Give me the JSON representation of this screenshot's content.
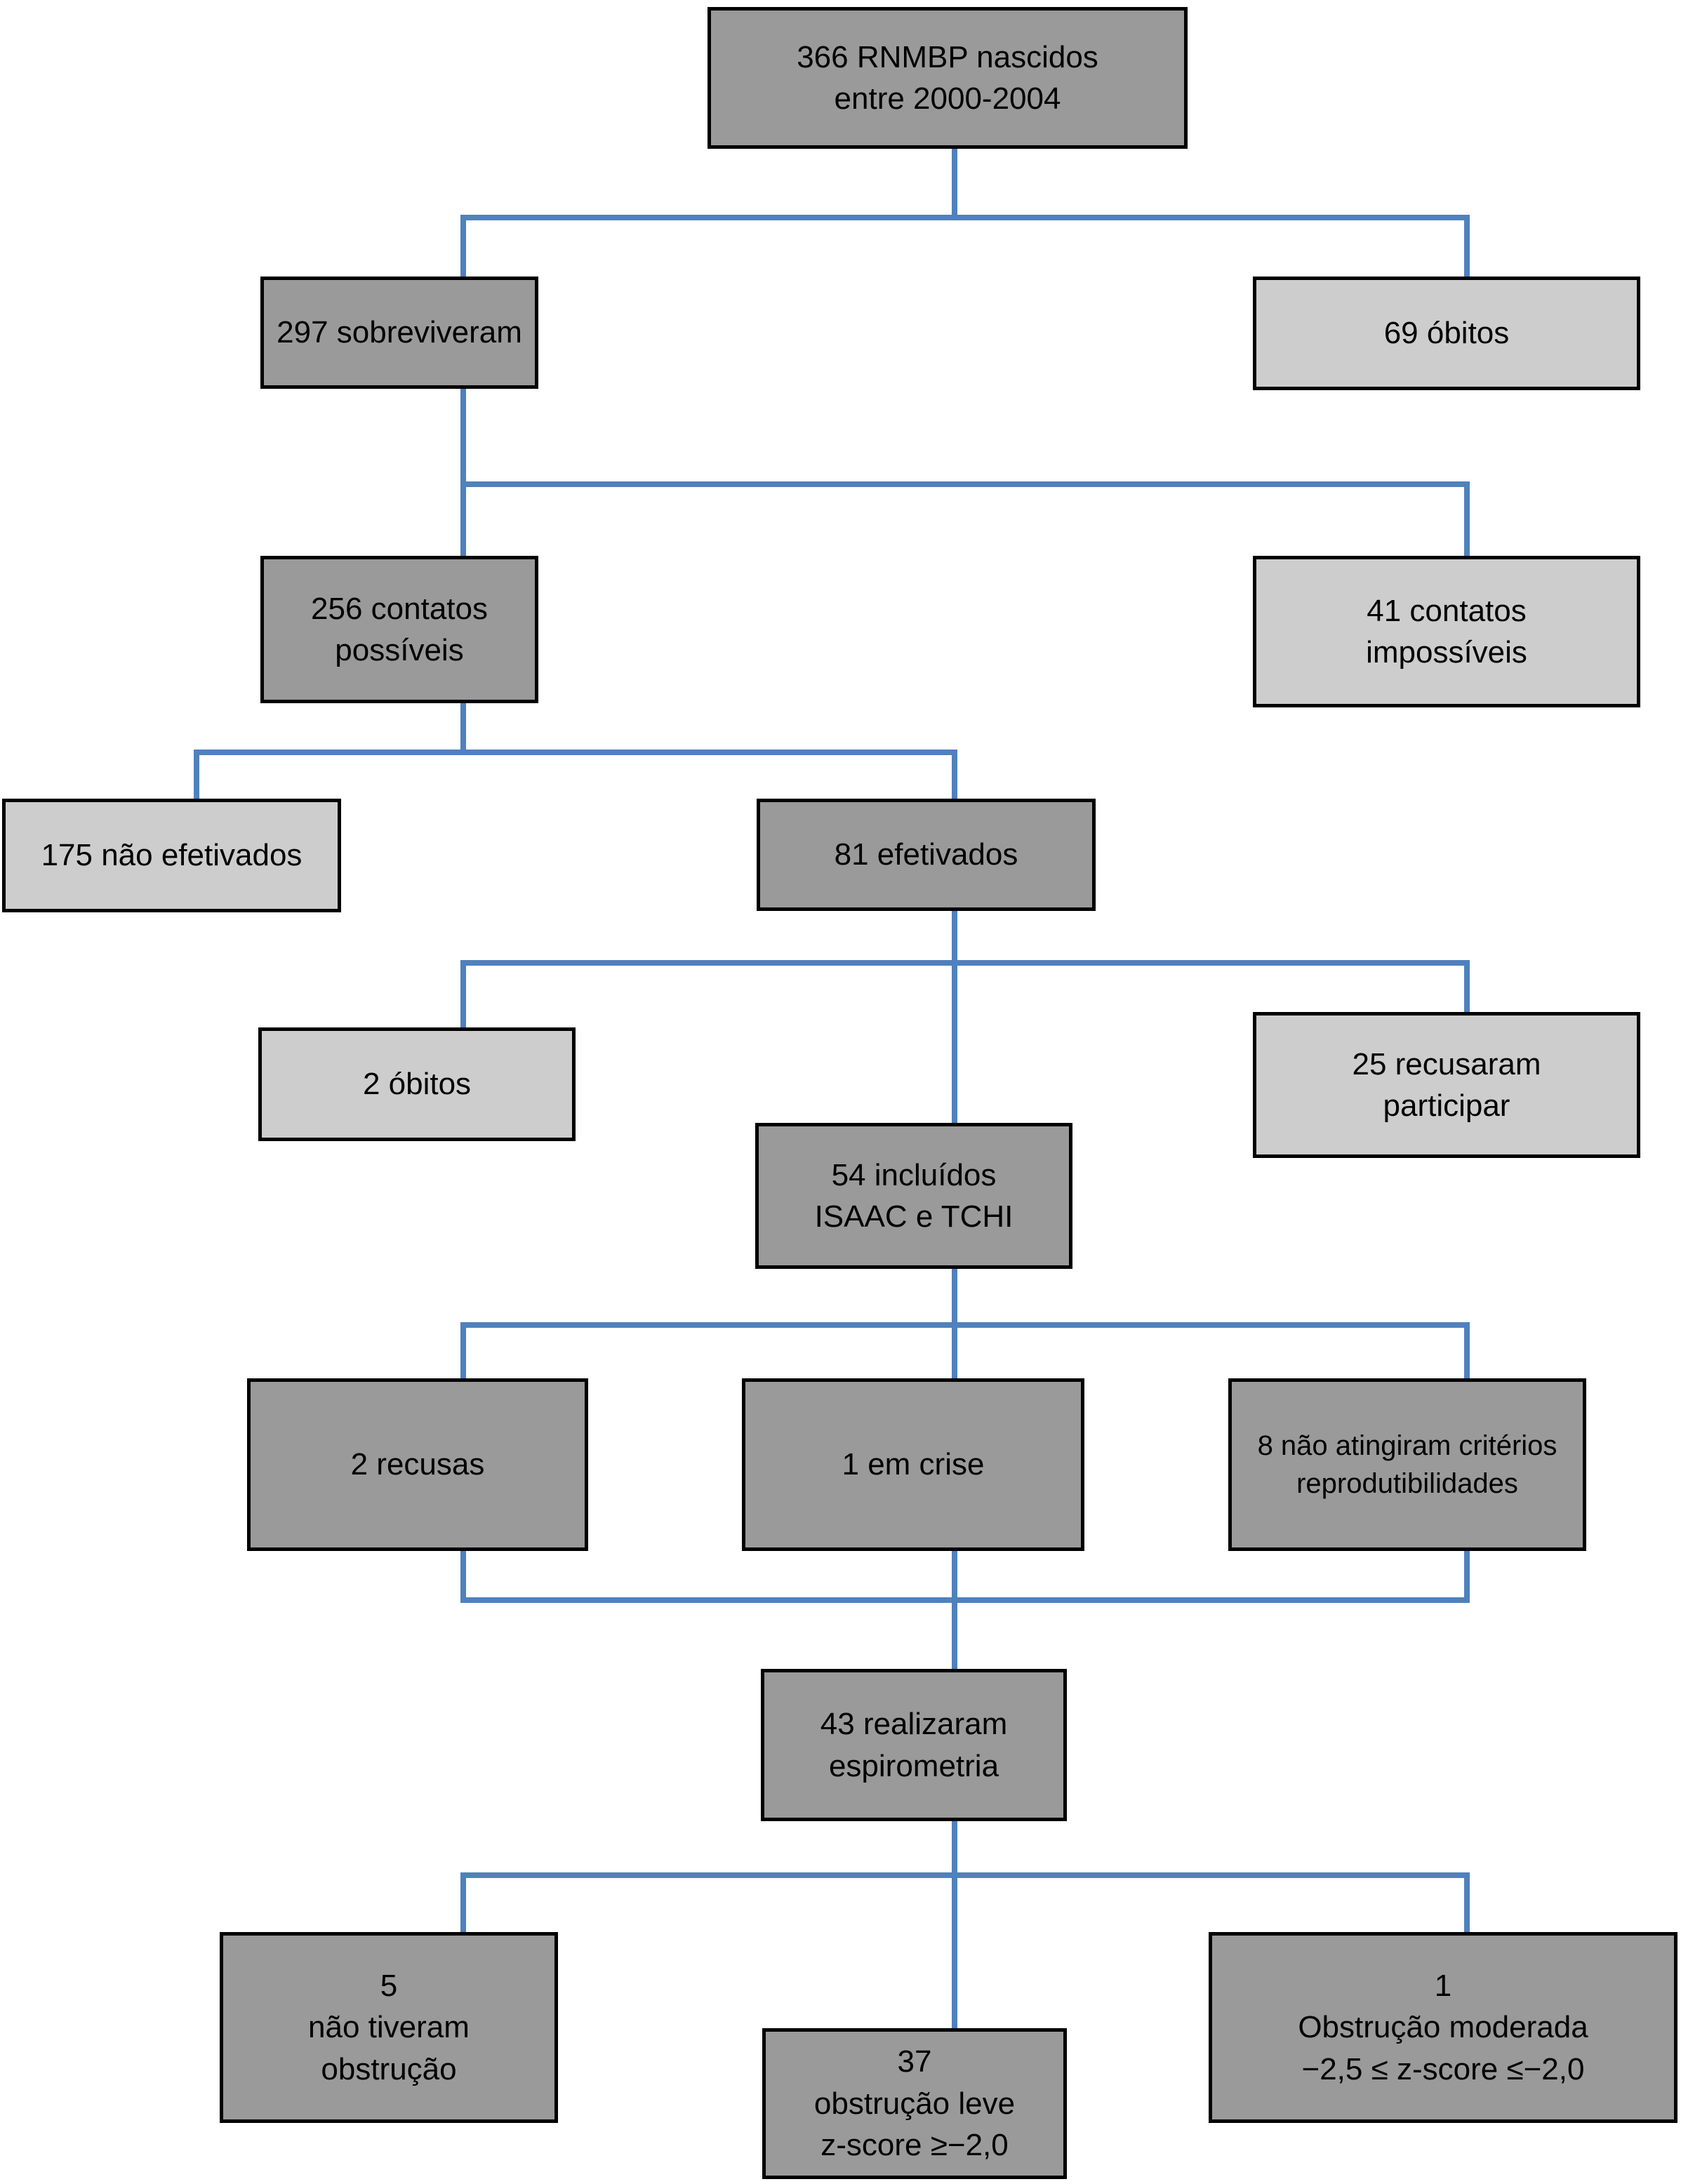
{
  "diagram": {
    "description": "Fluxograma de seguimento da coorte RNMBP",
    "colors": {
      "box_dark": "#9a9a9a",
      "box_light": "#cdcdcd",
      "box_border": "#000000",
      "connector_blue": "#4f81bd",
      "background": "#ffffff",
      "text": "#000000"
    },
    "nodes": [
      {
        "id": "rnmbp-total",
        "tone": "dark",
        "label": "366 RNMBP nascidos\nentre 2000-2004"
      },
      {
        "id": "sobreviveram",
        "tone": "dark",
        "label": "297 sobreviveram"
      },
      {
        "id": "obitos-69",
        "tone": "light",
        "label": "69 óbitos"
      },
      {
        "id": "contatos-possiveis",
        "tone": "dark",
        "label": "256 contatos\npossíveis"
      },
      {
        "id": "contatos-impossiveis",
        "tone": "light",
        "label": "41 contatos\nimpossíveis"
      },
      {
        "id": "nao-efetivados",
        "tone": "light",
        "label": "175 não efetivados"
      },
      {
        "id": "efetivados",
        "tone": "dark",
        "label": "81 efetivados"
      },
      {
        "id": "obitos-2",
        "tone": "light",
        "label": "2 óbitos"
      },
      {
        "id": "recusaram-participar",
        "tone": "light",
        "label": "25 recusaram\nparticipar"
      },
      {
        "id": "incluidos-isaac-tchi",
        "tone": "dark",
        "label": "54 incluídos\nISAAC e TCHI"
      },
      {
        "id": "recusas",
        "tone": "dark",
        "label": "2 recusas"
      },
      {
        "id": "em-crise",
        "tone": "dark",
        "label": "1 em crise"
      },
      {
        "id": "nao-atingiram",
        "tone": "dark",
        "label": "8 não atingiram critérios\nreprodutibilidades"
      },
      {
        "id": "espirometria",
        "tone": "dark",
        "label": "43 realizaram\nespirometria"
      },
      {
        "id": "sem-obstrucao",
        "tone": "dark",
        "label": "5\nnão tiveram\nobstrução"
      },
      {
        "id": "obstrucao-leve",
        "tone": "dark",
        "label": "37\nobstrução leve\nz-score ≥−2,0"
      },
      {
        "id": "obstrucao-moderada",
        "tone": "dark",
        "label": "1\nObstrução moderada\n−2,5 ≤ z-score ≤−2,0"
      }
    ],
    "edges": [
      {
        "from": "rnmbp-total",
        "to": "sobreviveram"
      },
      {
        "from": "rnmbp-total",
        "to": "obitos-69"
      },
      {
        "from": "sobreviveram",
        "to": "contatos-possiveis"
      },
      {
        "from": "sobreviveram",
        "to": "contatos-impossiveis"
      },
      {
        "from": "contatos-possiveis",
        "to": "nao-efetivados"
      },
      {
        "from": "contatos-possiveis",
        "to": "efetivados"
      },
      {
        "from": "efetivados",
        "to": "obitos-2"
      },
      {
        "from": "efetivados",
        "to": "incluidos-isaac-tchi"
      },
      {
        "from": "efetivados",
        "to": "recusaram-participar"
      },
      {
        "from": "incluidos-isaac-tchi",
        "to": "recusas"
      },
      {
        "from": "incluidos-isaac-tchi",
        "to": "em-crise"
      },
      {
        "from": "incluidos-isaac-tchi",
        "to": "nao-atingiram"
      },
      {
        "from": "recusas",
        "to": "espirometria"
      },
      {
        "from": "em-crise",
        "to": "espirometria"
      },
      {
        "from": "nao-atingiram",
        "to": "espirometria"
      },
      {
        "from": "espirometria",
        "to": "sem-obstrucao"
      },
      {
        "from": "espirometria",
        "to": "obstrucao-leve"
      },
      {
        "from": "espirometria",
        "to": "obstrucao-moderada"
      }
    ]
  }
}
